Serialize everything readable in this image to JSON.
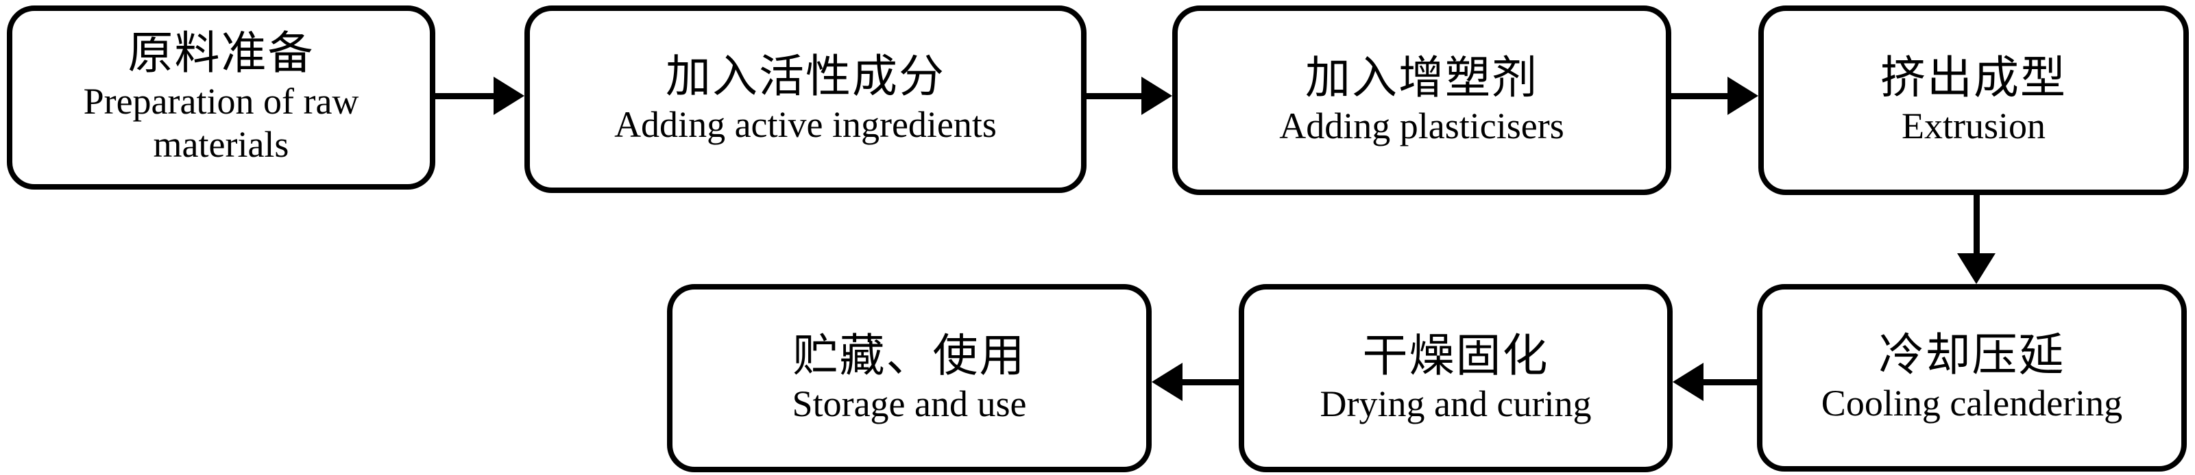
{
  "diagram": {
    "type": "flowchart",
    "background_color": "#ffffff",
    "line_color": "#000000",
    "nodes": {
      "raw": {
        "zh": "原料准备",
        "en": "Preparation of raw materials"
      },
      "active": {
        "zh": "加入活性成分",
        "en": "Adding active ingredients"
      },
      "plasticiser": {
        "zh": "加入增塑剂",
        "en": "Adding plasticisers"
      },
      "extrusion": {
        "zh": "挤出成型",
        "en": "Extrusion"
      },
      "cooling": {
        "zh": "冷却压延",
        "en": "Cooling calendering"
      },
      "drying": {
        "zh": "干燥固化",
        "en": "Drying and curing"
      },
      "storage": {
        "zh": "贮藏、使用",
        "en": "Storage and use"
      }
    },
    "edges": [
      {
        "from": "raw",
        "to": "active",
        "direction": "right"
      },
      {
        "from": "active",
        "to": "plasticiser",
        "direction": "right"
      },
      {
        "from": "plasticiser",
        "to": "extrusion",
        "direction": "right"
      },
      {
        "from": "extrusion",
        "to": "cooling",
        "direction": "down"
      },
      {
        "from": "cooling",
        "to": "drying",
        "direction": "left"
      },
      {
        "from": "drying",
        "to": "storage",
        "direction": "left"
      }
    ]
  }
}
